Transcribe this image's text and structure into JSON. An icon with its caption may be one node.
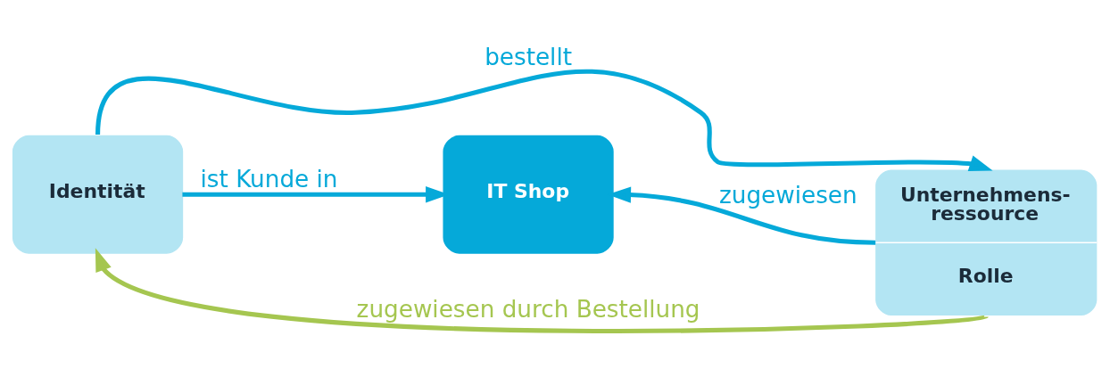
{
  "diagram": {
    "nodes": [
      {
        "text": [
          "Identität"
        ]
      },
      {
        "text": [
          "IT Shop"
        ]
      },
      {
        "text": [
          "Unternehmens- ressource",
          "Rolle"
        ]
      }
    ],
    "edges": [
      {
        "from": 0,
        "to": 1,
        "arrow": "to",
        "label": "ist Kunde in"
      },
      {
        "from": 2,
        "to": 1,
        "arrow": "to",
        "label": "zugewiesen"
      },
      {
        "from": 0,
        "to": 2,
        "arrow": "to",
        "label": "bestellt"
      },
      {
        "from": 2,
        "to": 0,
        "arrow": "to",
        "label": "zugewiesen durch Bestellung",
        "color": "#a5c650"
      }
    ]
  }
}
